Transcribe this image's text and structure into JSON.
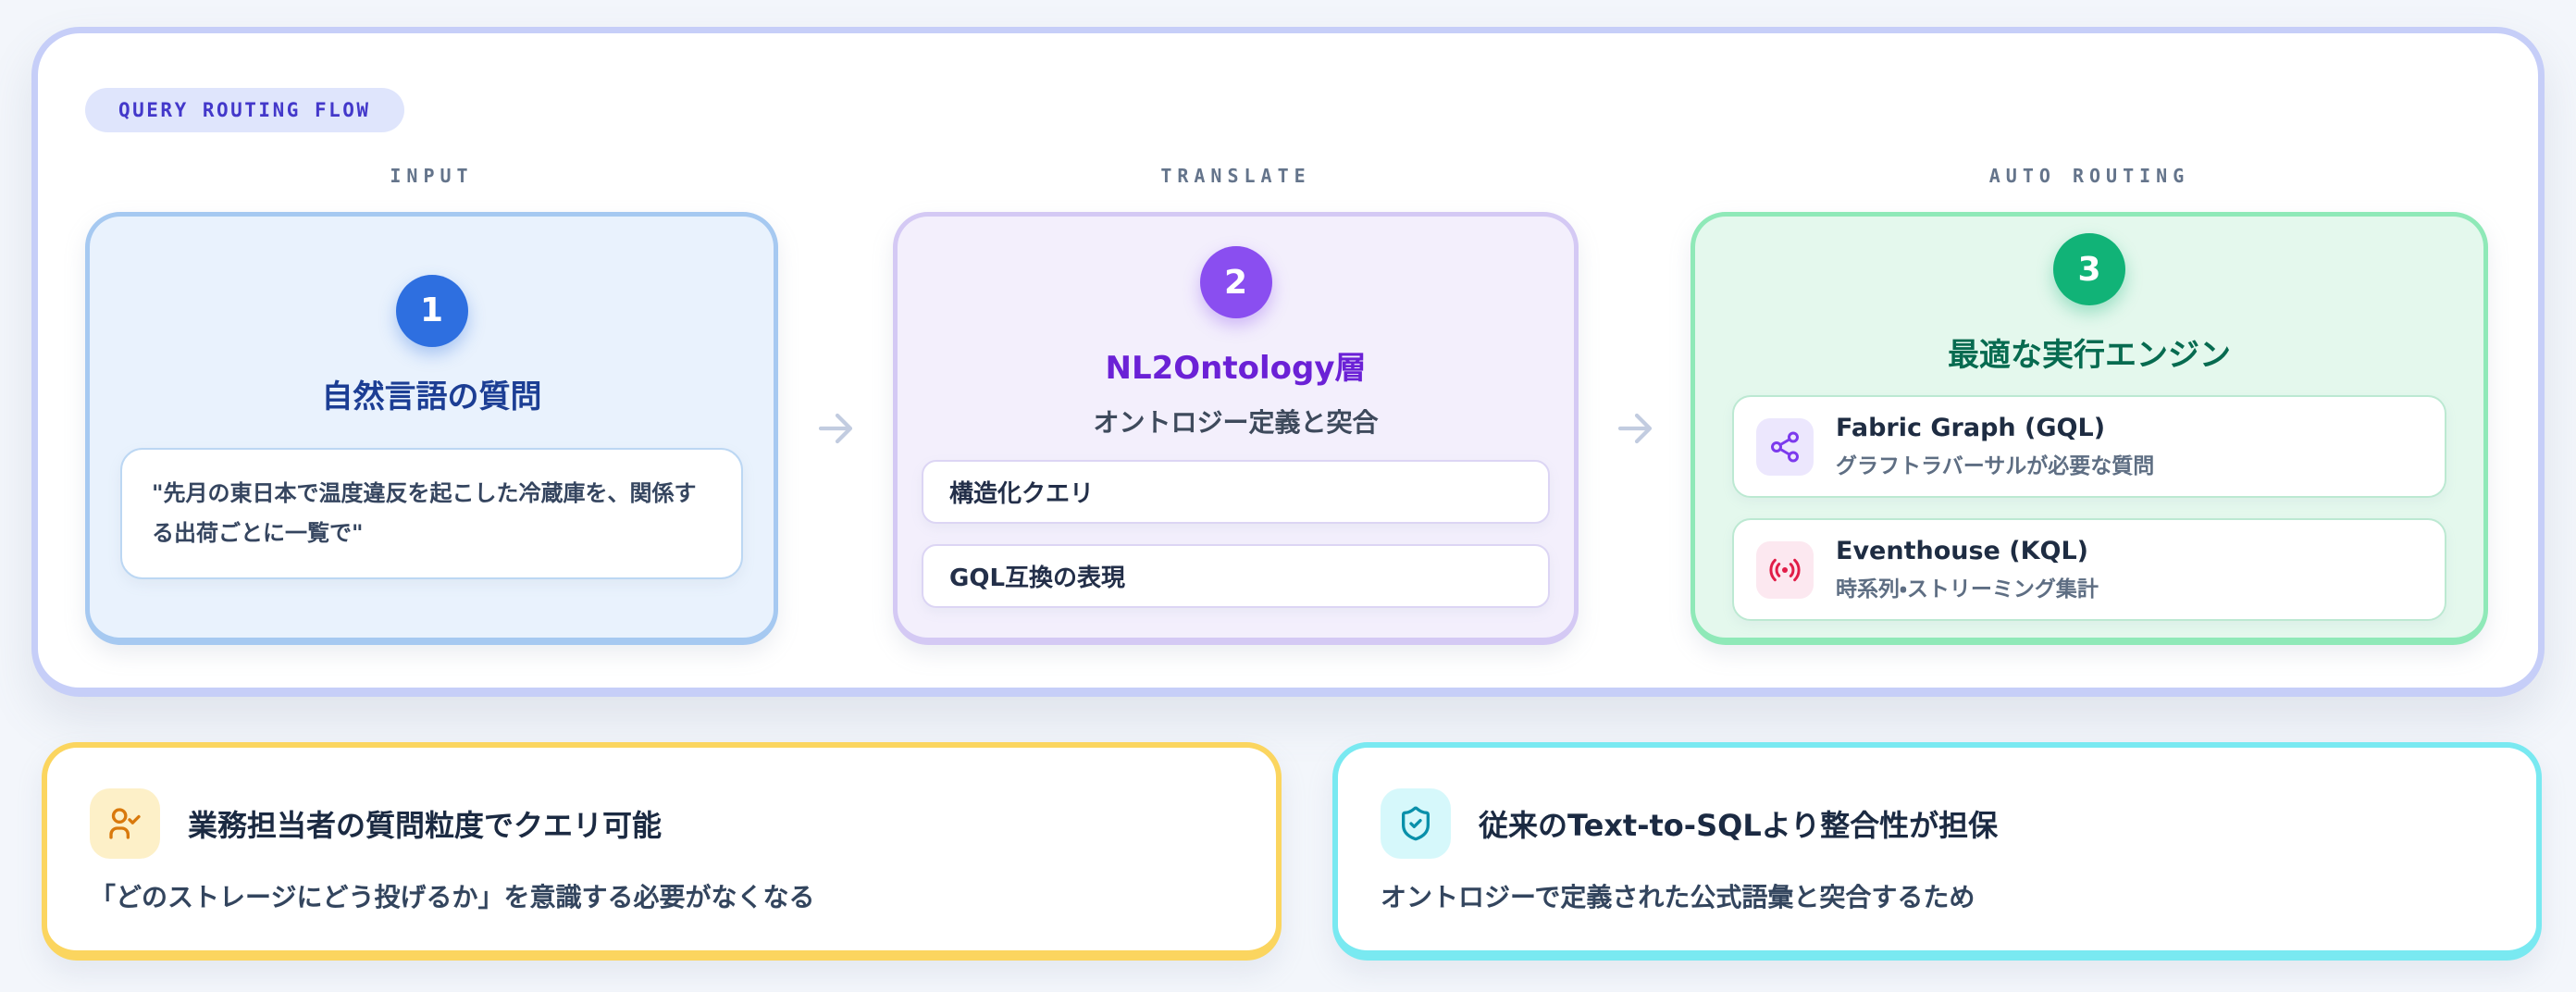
{
  "badge": "QUERY ROUTING FLOW",
  "columns": [
    {
      "label": "INPUT",
      "step": "1",
      "title": "自然言語の質問",
      "quote": "\"先月の東日本で温度違反を起こした冷蔵庫を、関係する出荷ごとに一覧で\""
    },
    {
      "label": "TRANSLATE",
      "step": "2",
      "title": "NL2Ontology層",
      "subtitle": "オントロジー定義と突合",
      "items": [
        "構造化クエリ",
        "GQL互換の表現"
      ]
    },
    {
      "label": "AUTO ROUTING",
      "step": "3",
      "title": "最適な実行エンジン",
      "engines": [
        {
          "name": "Fabric Graph (GQL)",
          "desc": "グラフトラバーサルが必要な質問",
          "icon": "share-icon"
        },
        {
          "name": "Eventhouse (KQL)",
          "desc": "時系列・ストリーミング集計",
          "icon": "radio-waves-icon"
        }
      ]
    }
  ],
  "benefits": [
    {
      "icon": "user-check-icon",
      "title": "業務担当者の質問粒度でクエリ可能",
      "body": "「どのストレージにどう投げるか」を意識する必要がなくなる"
    },
    {
      "icon": "shield-check-icon",
      "title": "従来のText-to-SQLより整合性が担保",
      "body": "オントロジーで定義された公式語彙と突合するため"
    }
  ],
  "colors": {
    "page_bg": "#f3f6fb",
    "panel_border": "#c6cef8",
    "badge_bg": "#dfe5fc",
    "badge_text": "#4338ca",
    "stage_label": "#64748b",
    "arrow": "#c2cce0",
    "step1_accent": "#2e6fe0",
    "step1_card_bg": "#e9f2fd",
    "step1_border": "#a6c9f1",
    "step1_title": "#1c3e94",
    "step2_accent": "#8a4ef0",
    "step2_card_bg": "#f3effc",
    "step2_border": "#d4c9f4",
    "step2_title": "#6b21d6",
    "step3_accent": "#11b377",
    "step3_card_bg": "#e4f8ed",
    "step3_border": "#8fe9b8",
    "step3_title": "#076b50",
    "share_icon": "#7c3aed",
    "radio_icon": "#e11d48",
    "benefit1_border": "#fbd55f",
    "benefit1_icon": "#d9790c",
    "benefit2_border": "#79e9f1",
    "benefit2_icon": "#0a90aa"
  }
}
